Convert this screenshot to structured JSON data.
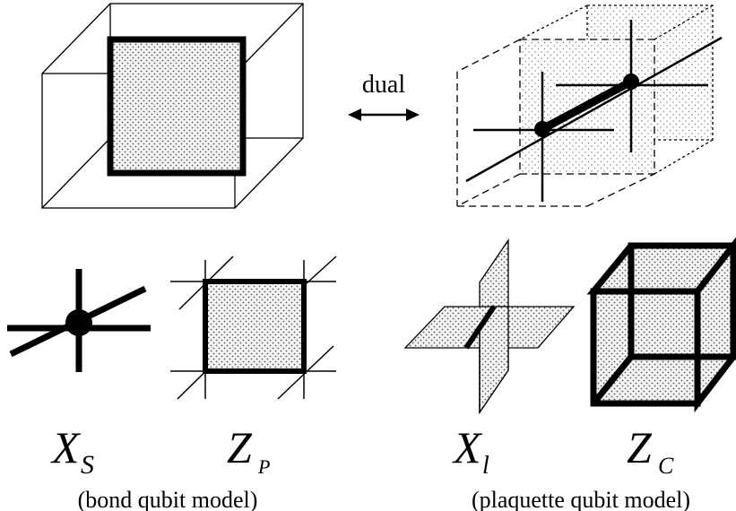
{
  "arrow": {
    "label": "dual"
  },
  "operators": {
    "x_s": {
      "base": "X",
      "sub": "S"
    },
    "z_p": {
      "base": "Z",
      "sub": "P"
    },
    "x_l": {
      "base": "X",
      "sub": "l"
    },
    "z_c": {
      "base": "Z",
      "sub": "C"
    }
  },
  "captions": {
    "bond": "(bond qubit model)",
    "plaquette": "(plaquette qubit model)"
  },
  "colors": {
    "stroke": "#000000",
    "fill": "#c8c8c8",
    "dot": "#6f6f6f"
  }
}
